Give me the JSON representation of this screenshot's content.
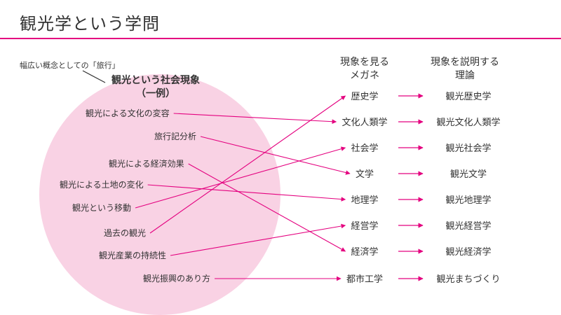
{
  "title": "観光学という学問",
  "colors": {
    "accent": "#e4007f",
    "circle_fill": "#f9d2e4",
    "text": "#333333"
  },
  "callout": "幅広い概念としての「旅行」",
  "circle_heading": [
    "観光という社会現象",
    "（一例）"
  ],
  "left_items": [
    "観光による文化の変容",
    "旅行記分析",
    "観光による経済効果",
    "観光による土地の変化",
    "観光という移動",
    "過去の観光",
    "観光産業の持続性",
    "観光振興のあり方"
  ],
  "columns": {
    "lens_header": [
      "現象を見る",
      "メガネ"
    ],
    "theory_header": [
      "現象を説明する",
      "理論"
    ]
  },
  "disciplines": [
    "歴史学",
    "文化人類学",
    "社会学",
    "文学",
    "地理学",
    "経営学",
    "経済学",
    "都市工学"
  ],
  "theories": [
    "観光歴史学",
    "観光文化人類学",
    "観光社会学",
    "観光文学",
    "観光地理学",
    "観光経営学",
    "観光経済学",
    "観光まちづくり"
  ],
  "connections": [
    {
      "from": "観光による文化の変容",
      "to": "文化人類学"
    },
    {
      "from": "旅行記分析",
      "to": "文学"
    },
    {
      "from": "観光による経済効果",
      "to": "経済学"
    },
    {
      "from": "観光による土地の変化",
      "to": "地理学"
    },
    {
      "from": "観光という移動",
      "to": "社会学"
    },
    {
      "from": "過去の観光",
      "to": "歴史学"
    },
    {
      "from": "観光産業の持続性",
      "to": "経営学"
    },
    {
      "from": "観光振興のあり方",
      "to": "都市工学"
    }
  ]
}
